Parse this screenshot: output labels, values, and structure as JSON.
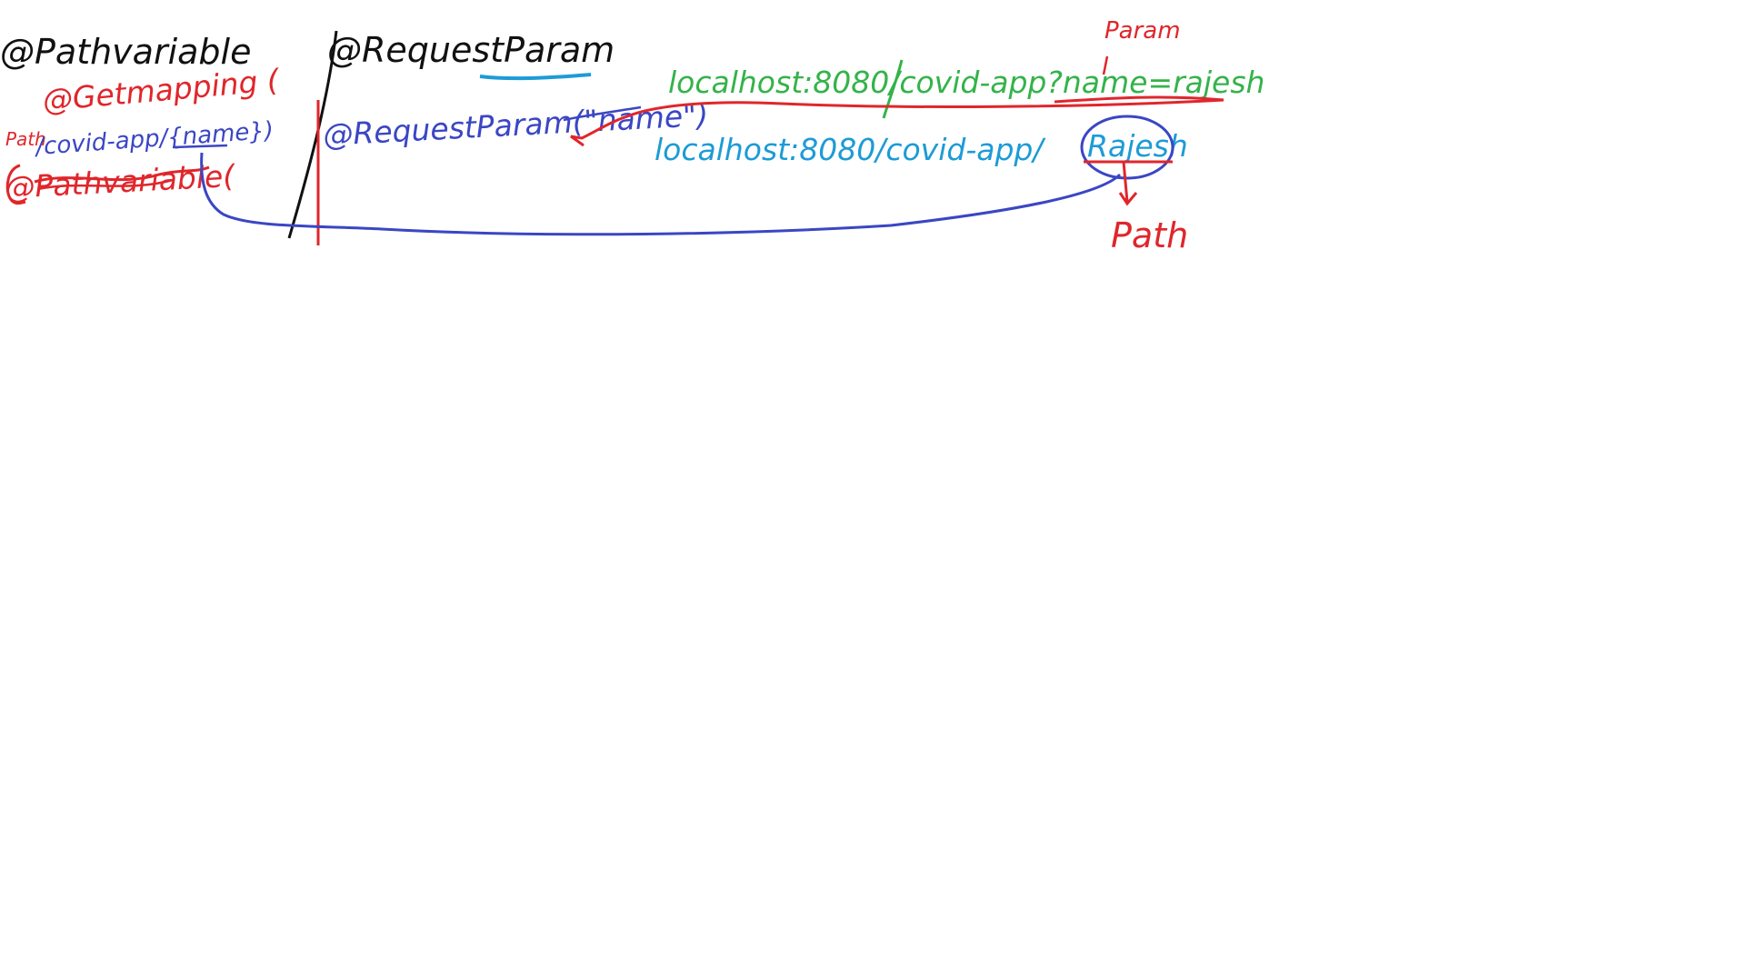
{
  "colors": {
    "black": "#111111",
    "red": "#e0262b",
    "blue": "#3a46c4",
    "cyan": "#1c9bd6",
    "green": "#34b34a"
  },
  "left": {
    "heading": "@Pathvariable",
    "getmapping": "@Getmapping (",
    "path_label": "Path",
    "url_template": "/covid-app/{name})",
    "pathvariable": "@Pathvariable("
  },
  "right": {
    "heading": "@RequestParam",
    "param_label": "Param",
    "query_url": "localhost:8080/covid-app?name=rajesh",
    "requestparam": "@RequestParam(\"name\")",
    "path_url": "localhost:8080/covid-app/",
    "path_value": "Rajesh",
    "path_label": "Path"
  }
}
